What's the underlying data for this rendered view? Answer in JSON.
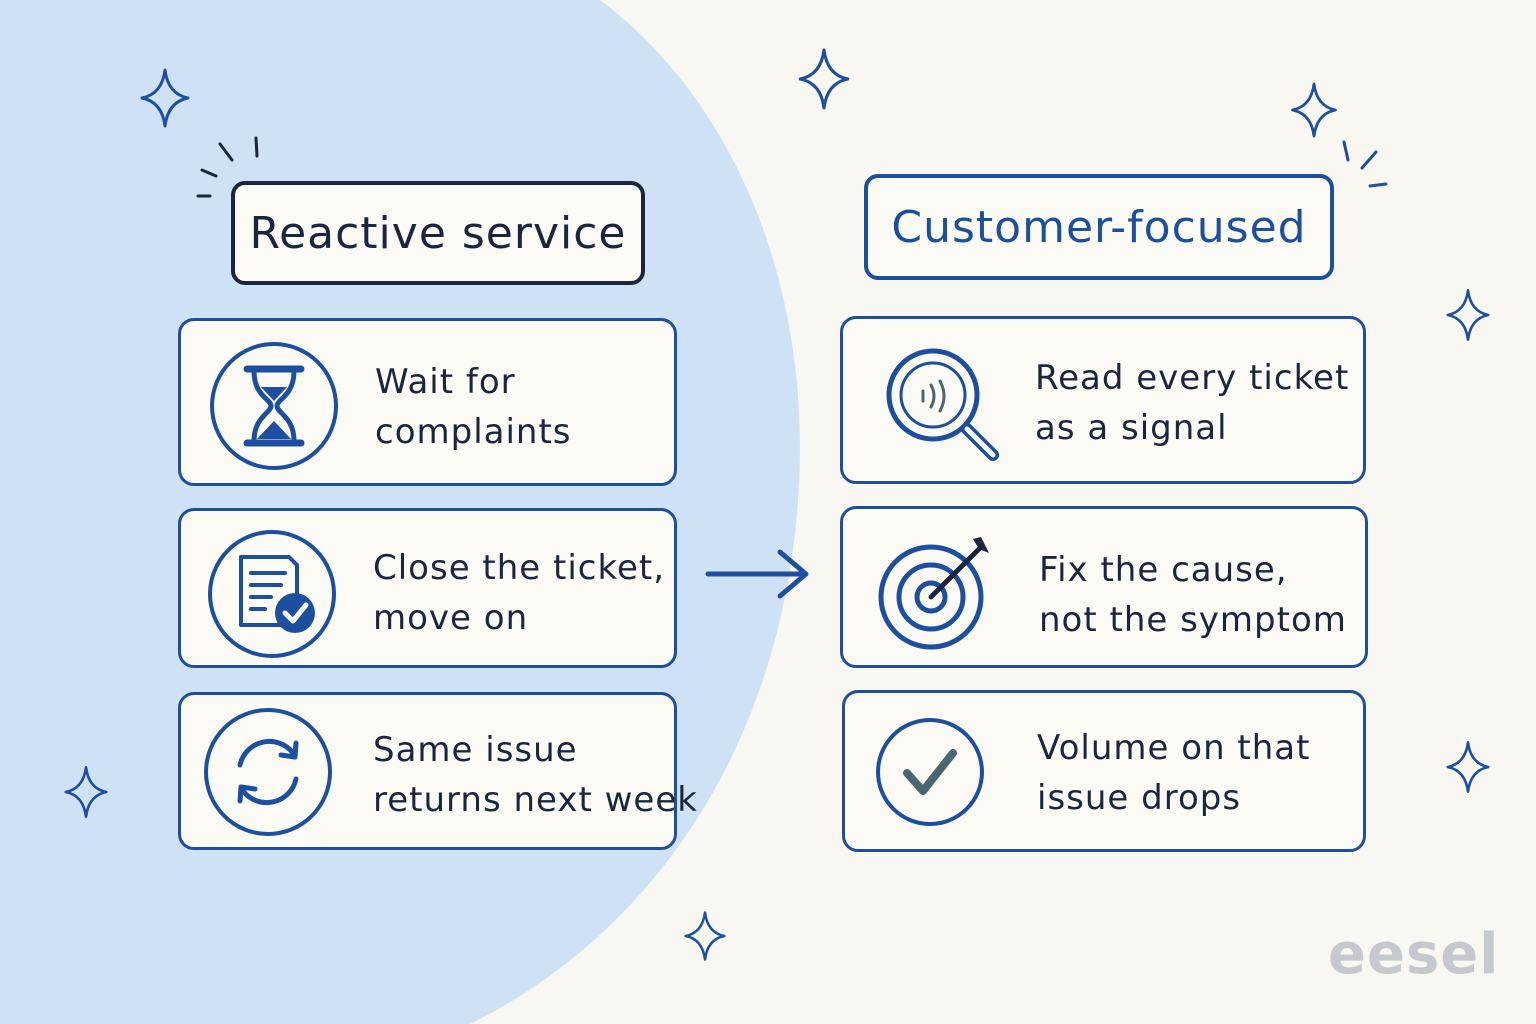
{
  "colors": {
    "background": "#f8f7f2",
    "blob": "#cfe1f4",
    "accent_blue": "#1d4fa0",
    "dark_ink": "#1b2540",
    "check_gray": "#4a6670",
    "logo_gray": "#c5c8cd"
  },
  "left_column": {
    "title": "Reactive service",
    "items": [
      {
        "icon": "hourglass-icon",
        "line1": "Wait for",
        "line2": "complaints"
      },
      {
        "icon": "document-check-icon",
        "line1": "Close the ticket,",
        "line2": "move on"
      },
      {
        "icon": "refresh-icon",
        "line1": "Same issue",
        "line2": "returns next week"
      }
    ]
  },
  "right_column": {
    "title": "Customer-focused",
    "items": [
      {
        "icon": "magnifier-icon",
        "line1": "Read every ticket",
        "line2": "as a signal"
      },
      {
        "icon": "target-icon",
        "line1": "Fix the cause,",
        "line2": "not the symptom"
      },
      {
        "icon": "checkmark-icon",
        "line1": "Volume on that",
        "line2": "issue drops"
      }
    ]
  },
  "transition_icon": "right-arrow-icon",
  "logo": "eesel"
}
